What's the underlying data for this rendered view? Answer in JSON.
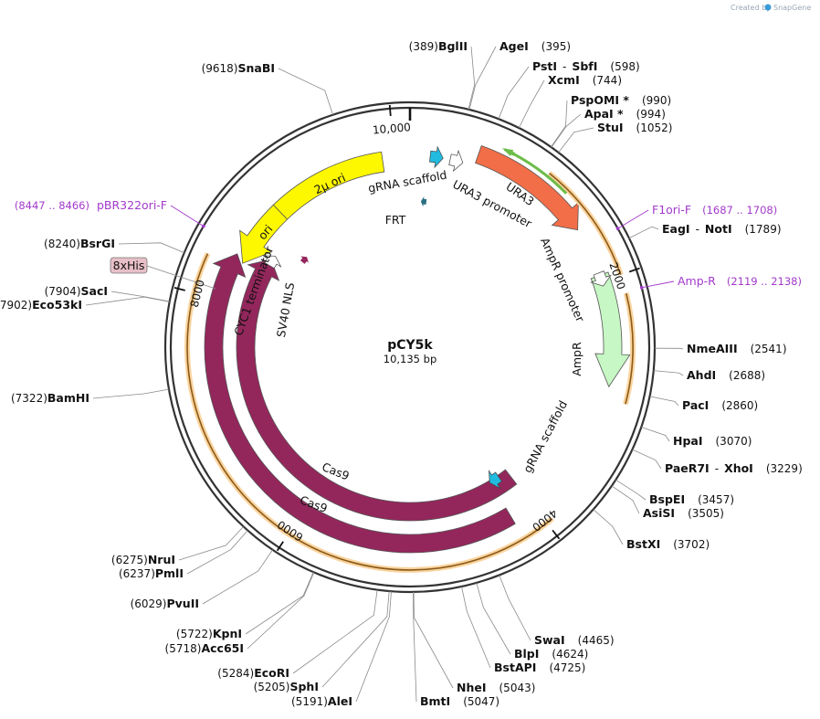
{
  "credit": {
    "prefix": "Created by",
    "brand": "SnapGene"
  },
  "plasmid": {
    "name": "pCY5k",
    "size_label": "10,135 bp"
  },
  "scale_ticks": [
    {
      "label": "10,000"
    },
    {
      "label": "2000"
    },
    {
      "label": "4000"
    },
    {
      "label": "6000"
    },
    {
      "label": "8000"
    }
  ],
  "restriction_sites": [
    {
      "name": "BglII",
      "pos": "(389)"
    },
    {
      "name": "AgeI",
      "pos": "(395)"
    },
    {
      "name": "PstI",
      "sep": "-",
      "name2": "SbfI",
      "pos": "(598)"
    },
    {
      "name": "XcmI",
      "pos": "(744)"
    },
    {
      "name": "PspOMI *",
      "pos": "(990)"
    },
    {
      "name": "ApaI *",
      "pos": "(994)"
    },
    {
      "name": "StuI",
      "pos": "(1052)"
    },
    {
      "name": "EagI",
      "sep": "-",
      "name2": "NotI",
      "pos": "(1789)"
    },
    {
      "name": "NmeAIII",
      "pos": "(2541)"
    },
    {
      "name": "AhdI",
      "pos": "(2688)"
    },
    {
      "name": "PacI",
      "pos": "(2860)"
    },
    {
      "name": "HpaI",
      "pos": "(3070)"
    },
    {
      "name": "PaeR7I",
      "sep": "-",
      "name2": "XhoI",
      "pos": "(3229)"
    },
    {
      "name": "BspEI",
      "pos": "(3457)"
    },
    {
      "name": "AsiSI",
      "pos": "(3505)"
    },
    {
      "name": "BstXI",
      "pos": "(3702)"
    },
    {
      "name": "SwaI",
      "pos": "(4465)"
    },
    {
      "name": "BlpI",
      "pos": "(4624)"
    },
    {
      "name": "BstAPI",
      "pos": "(4725)"
    },
    {
      "name": "NheI",
      "pos": "(5043)"
    },
    {
      "name": "BmtI",
      "pos": "(5047)"
    },
    {
      "name": "AleI",
      "pos": "(5191)"
    },
    {
      "name": "SphI",
      "pos": "(5205)"
    },
    {
      "name": "EcoRI",
      "pos": "(5284)"
    },
    {
      "name": "KpnI",
      "pos": "(5722)"
    },
    {
      "name": "Acc65I",
      "pos": "(5718)"
    },
    {
      "name": "PvuII",
      "pos": "(6029)"
    },
    {
      "name": "NruI",
      "pos": "(6275)"
    },
    {
      "name": "PmlI",
      "pos": "(6237)"
    },
    {
      "name": "BamHI",
      "pos": "(7322)"
    },
    {
      "name": "SacI",
      "pos": "(7904)"
    },
    {
      "name": "Eco53kI",
      "pos": "(7902)"
    },
    {
      "name": "BsrGI",
      "pos": "(8240)"
    },
    {
      "name": "SnaBI",
      "pos": "(9618)"
    }
  ],
  "primers": [
    {
      "name": "F1ori-F",
      "range": "(1687 .. 1708)"
    },
    {
      "name": "Amp-R",
      "range": "(2119 .. 2138)"
    },
    {
      "name": "pBR322ori-F",
      "range": "(8447 .. 8466)"
    }
  ],
  "features": [
    {
      "name": "gRNA scaffold",
      "color": "#22bbe0"
    },
    {
      "name": "FRT",
      "color": "#2a6e82"
    },
    {
      "name": "URA3 promoter",
      "color": "#ffffff"
    },
    {
      "name": "URA3",
      "color": "#f26e48"
    },
    {
      "name": "AmpR promoter",
      "color": "#ffffff"
    },
    {
      "name": "AmpR",
      "color": "#c7f7c4"
    },
    {
      "name": "gRNA scaffold",
      "color": "#22bbe0"
    },
    {
      "name": "2μ ori",
      "color": "#fdf700"
    },
    {
      "name": "ori",
      "color": "#fdf700"
    },
    {
      "name": "CYC1 terminator",
      "color": "#ffffff"
    },
    {
      "name": "SV40 NLS",
      "color": "#93275c"
    },
    {
      "name": "Cas9",
      "color": "#93275c"
    },
    {
      "name": "Cas9",
      "color": "#93275c"
    },
    {
      "name": "8xHis",
      "color": "#e7bfc8"
    },
    {
      "name": "F1 ori",
      "color": "#f2ab4b"
    },
    {
      "name": "URA3 ORF",
      "color": "#6dbd4a"
    }
  ]
}
